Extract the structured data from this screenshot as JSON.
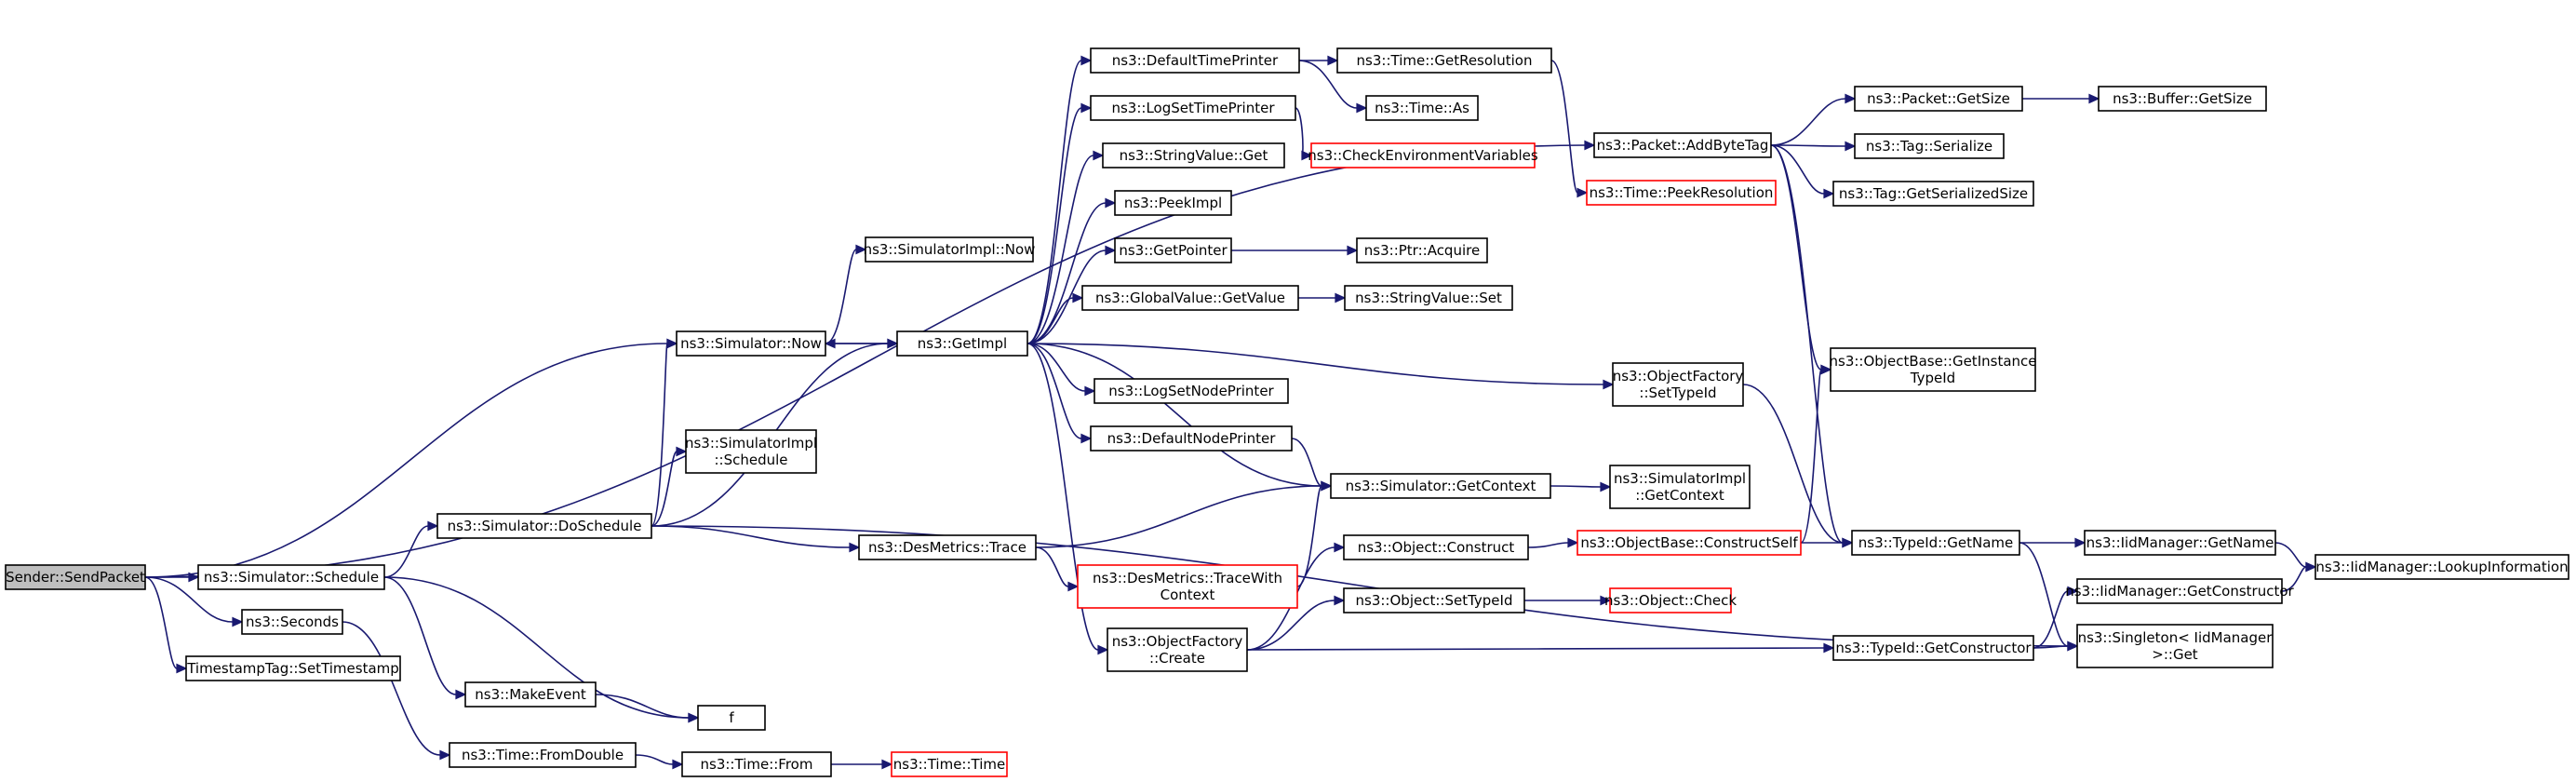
{
  "nodes": [
    {
      "id": "sender",
      "label": [
        "Sender::SendPacket"
      ],
      "kind": "root"
    },
    {
      "id": "sim_schedule",
      "label": [
        "ns3::Simulator::Schedule"
      ]
    },
    {
      "id": "seconds",
      "label": [
        "ns3::Seconds"
      ]
    },
    {
      "id": "tstag",
      "label": [
        "TimestampTag::SetTimestamp"
      ]
    },
    {
      "id": "sim_now",
      "label": [
        "ns3::Simulator::Now"
      ]
    },
    {
      "id": "addbytetag",
      "label": [
        "ns3::Packet::AddByteTag"
      ]
    },
    {
      "id": "doschedule",
      "label": [
        "ns3::Simulator::DoSchedule"
      ]
    },
    {
      "id": "makeevent",
      "label": [
        "ns3::MakeEvent"
      ]
    },
    {
      "id": "f",
      "label": [
        "f"
      ]
    },
    {
      "id": "fromdouble",
      "label": [
        "ns3::Time::FromDouble"
      ]
    },
    {
      "id": "simimpl_now",
      "label": [
        "ns3::SimulatorImpl::Now"
      ]
    },
    {
      "id": "getimpl",
      "label": [
        "ns3::GetImpl"
      ]
    },
    {
      "id": "simimpl_sched",
      "label": [
        "ns3::SimulatorImpl",
        "::Schedule"
      ]
    },
    {
      "id": "desmetrics",
      "label": [
        "ns3::DesMetrics::Trace"
      ]
    },
    {
      "id": "time_from",
      "label": [
        "ns3::Time::From"
      ]
    },
    {
      "id": "time_time",
      "label": [
        "ns3::Time::Time"
      ],
      "kind": "ext"
    },
    {
      "id": "deftimeprinter",
      "label": [
        "ns3::DefaultTimePrinter"
      ]
    },
    {
      "id": "logsettime",
      "label": [
        "ns3::LogSetTimePrinter"
      ]
    },
    {
      "id": "strval_get",
      "label": [
        "ns3::StringValue::Get"
      ]
    },
    {
      "id": "peekimpl",
      "label": [
        "ns3::PeekImpl"
      ]
    },
    {
      "id": "getpointer",
      "label": [
        "ns3::GetPointer"
      ]
    },
    {
      "id": "gv_getvalue",
      "label": [
        "ns3::GlobalValue::GetValue"
      ]
    },
    {
      "id": "logsetnode",
      "label": [
        "ns3::LogSetNodePrinter"
      ]
    },
    {
      "id": "defnodeprinter",
      "label": [
        "ns3::DefaultNodePrinter"
      ]
    },
    {
      "id": "of_create",
      "label": [
        "ns3::ObjectFactory",
        "::Create"
      ]
    },
    {
      "id": "traceWithCtx",
      "label": [
        "ns3::DesMetrics::TraceWith",
        "Context"
      ],
      "kind": "ext"
    },
    {
      "id": "time_getres",
      "label": [
        "ns3::Time::GetResolution"
      ]
    },
    {
      "id": "time_as",
      "label": [
        "ns3::Time::As"
      ]
    },
    {
      "id": "checkenv",
      "label": [
        "ns3::CheckEnvironmentVariables"
      ],
      "kind": "ext"
    },
    {
      "id": "ptr_acquire",
      "label": [
        "ns3::Ptr::Acquire"
      ]
    },
    {
      "id": "strval_set",
      "label": [
        "ns3::StringValue::Set"
      ]
    },
    {
      "id": "of_settypeid",
      "label": [
        "ns3::ObjectFactory",
        "::SetTypeId"
      ]
    },
    {
      "id": "sim_getctx",
      "label": [
        "ns3::Simulator::GetContext"
      ]
    },
    {
      "id": "obj_construct",
      "label": [
        "ns3::Object::Construct"
      ]
    },
    {
      "id": "obj_settypeid",
      "label": [
        "ns3::Object::SetTypeId"
      ]
    },
    {
      "id": "peekres",
      "label": [
        "ns3::Time::PeekResolution"
      ],
      "kind": "ext"
    },
    {
      "id": "simimpl_getctx",
      "label": [
        "ns3::SimulatorImpl",
        "::GetContext"
      ]
    },
    {
      "id": "constructself",
      "label": [
        "ns3::ObjectBase::ConstructSelf"
      ],
      "kind": "ext"
    },
    {
      "id": "obj_check",
      "label": [
        "ns3::Object::Check"
      ],
      "kind": "ext"
    },
    {
      "id": "pkt_getsize",
      "label": [
        "ns3::Packet::GetSize"
      ]
    },
    {
      "id": "tag_serialize",
      "label": [
        "ns3::Tag::Serialize"
      ]
    },
    {
      "id": "tag_getsersize",
      "label": [
        "ns3::Tag::GetSerializedSize"
      ]
    },
    {
      "id": "ob_getinst",
      "label": [
        "ns3::ObjectBase::GetInstance",
        "TypeId"
      ]
    },
    {
      "id": "typeid_getname",
      "label": [
        "ns3::TypeId::GetName"
      ]
    },
    {
      "id": "typeid_getctor",
      "label": [
        "ns3::TypeId::GetConstructor"
      ]
    },
    {
      "id": "buf_getsize",
      "label": [
        "ns3::Buffer::GetSize"
      ]
    },
    {
      "id": "iid_getname",
      "label": [
        "ns3::IidManager::GetName"
      ]
    },
    {
      "id": "iid_getctor",
      "label": [
        "ns3::IidManager::GetConstructor"
      ]
    },
    {
      "id": "singleton_get",
      "label": [
        "ns3::Singleton< IidManager",
        ">::Get"
      ]
    },
    {
      "id": "iid_lookup",
      "label": [
        "ns3::IidManager::LookupInformation"
      ]
    }
  ],
  "edges": [
    [
      "sender",
      "sim_schedule"
    ],
    [
      "sender",
      "seconds"
    ],
    [
      "sender",
      "tstag"
    ],
    [
      "sender",
      "sim_now"
    ],
    [
      "sender",
      "addbytetag"
    ],
    [
      "sim_schedule",
      "doschedule"
    ],
    [
      "sim_schedule",
      "makeevent"
    ],
    [
      "sim_schedule",
      "f"
    ],
    [
      "seconds",
      "fromdouble"
    ],
    [
      "sim_now",
      "simimpl_now"
    ],
    [
      "sim_now",
      "getimpl"
    ],
    [
      "doschedule",
      "sim_now"
    ],
    [
      "doschedule",
      "getimpl"
    ],
    [
      "doschedule",
      "simimpl_sched"
    ],
    [
      "doschedule",
      "desmetrics"
    ],
    [
      "doschedule",
      "singleton_get"
    ],
    [
      "makeevent",
      "f"
    ],
    [
      "fromdouble",
      "time_from"
    ],
    [
      "time_from",
      "time_time"
    ],
    [
      "getimpl",
      "deftimeprinter"
    ],
    [
      "getimpl",
      "logsettime"
    ],
    [
      "getimpl",
      "strval_get"
    ],
    [
      "getimpl",
      "peekimpl"
    ],
    [
      "getimpl",
      "getpointer"
    ],
    [
      "getimpl",
      "gv_getvalue"
    ],
    [
      "getimpl",
      "logsetnode"
    ],
    [
      "getimpl",
      "defnodeprinter"
    ],
    [
      "getimpl",
      "of_create"
    ],
    [
      "getimpl",
      "of_settypeid"
    ],
    [
      "getimpl",
      "sim_getctx"
    ],
    [
      "getimpl",
      "sim_now"
    ],
    [
      "desmetrics",
      "sim_getctx"
    ],
    [
      "desmetrics",
      "traceWithCtx"
    ],
    [
      "traceWithCtx",
      "sim_getctx"
    ],
    [
      "deftimeprinter",
      "time_getres"
    ],
    [
      "deftimeprinter",
      "time_as"
    ],
    [
      "logsettime",
      "checkenv"
    ],
    [
      "getpointer",
      "ptr_acquire"
    ],
    [
      "gv_getvalue",
      "strval_set"
    ],
    [
      "defnodeprinter",
      "sim_getctx"
    ],
    [
      "of_create",
      "obj_construct"
    ],
    [
      "of_create",
      "obj_settypeid"
    ],
    [
      "of_create",
      "typeid_getctor"
    ],
    [
      "time_getres",
      "peekres"
    ],
    [
      "of_settypeid",
      "typeid_getname"
    ],
    [
      "sim_getctx",
      "simimpl_getctx"
    ],
    [
      "obj_construct",
      "constructself"
    ],
    [
      "obj_settypeid",
      "obj_check"
    ],
    [
      "constructself",
      "ob_getinst"
    ],
    [
      "constructself",
      "typeid_getname"
    ],
    [
      "addbytetag",
      "pkt_getsize"
    ],
    [
      "addbytetag",
      "tag_serialize"
    ],
    [
      "addbytetag",
      "tag_getsersize"
    ],
    [
      "addbytetag",
      "ob_getinst"
    ],
    [
      "addbytetag",
      "typeid_getname"
    ],
    [
      "pkt_getsize",
      "buf_getsize"
    ],
    [
      "typeid_getname",
      "iid_getname"
    ],
    [
      "typeid_getname",
      "singleton_get"
    ],
    [
      "typeid_getctor",
      "iid_getctor"
    ],
    [
      "typeid_getctor",
      "singleton_get"
    ],
    [
      "iid_getname",
      "iid_lookup"
    ],
    [
      "iid_getctor",
      "iid_lookup"
    ]
  ]
}
